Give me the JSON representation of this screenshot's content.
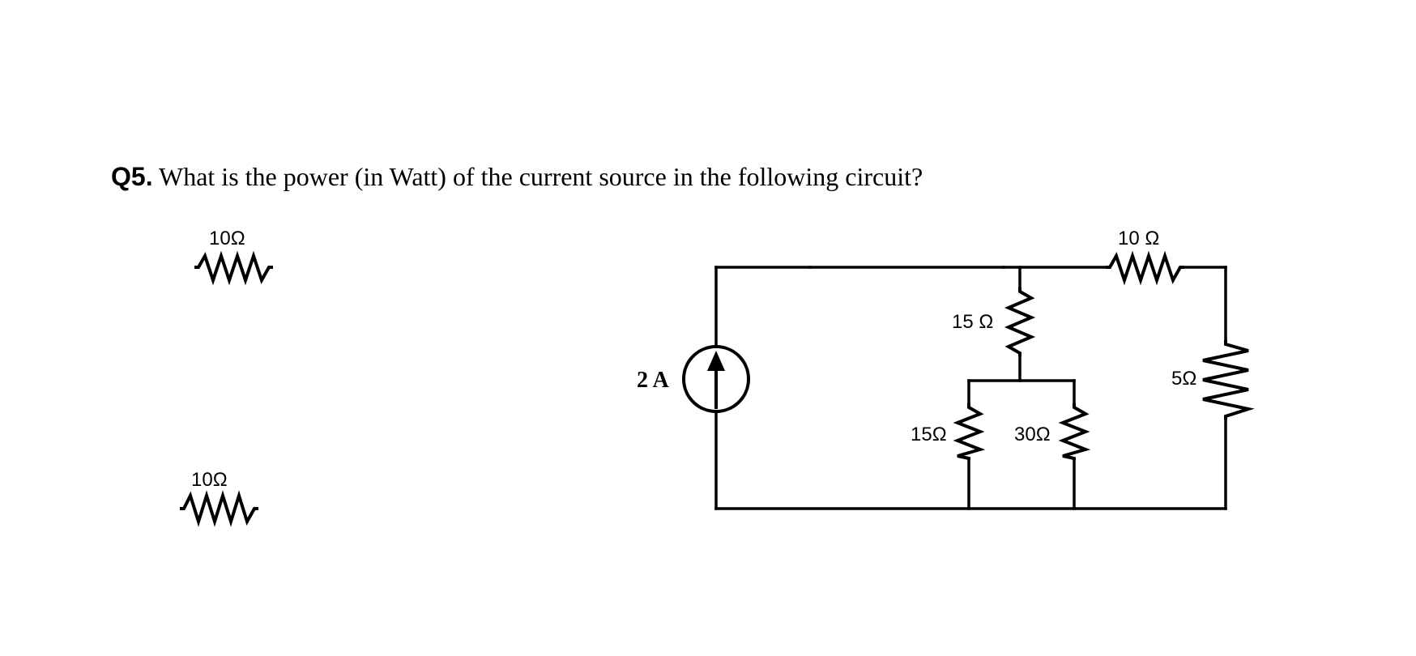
{
  "question": {
    "number": "Q5.",
    "text": " What is the power (in Watt) of the current source in the following circuit?"
  },
  "circuit": {
    "source": {
      "label": "2 A"
    },
    "resistors": {
      "top_left": "10Ω",
      "top_right": "10 Ω",
      "middle_vertical": "15 Ω",
      "lower_left": "15Ω",
      "lower_right": "30Ω",
      "right_vertical": "5Ω",
      "bottom_left": "10Ω"
    }
  }
}
